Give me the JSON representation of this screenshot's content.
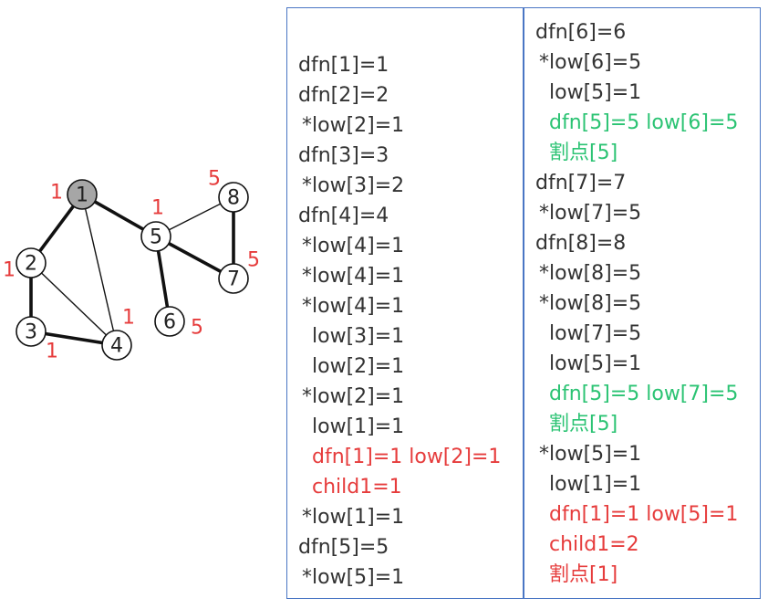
{
  "graph": {
    "nodes": [
      {
        "id": "1",
        "label": "1",
        "weight": "1",
        "highlight": true
      },
      {
        "id": "2",
        "label": "2",
        "weight": "1"
      },
      {
        "id": "3",
        "label": "3",
        "weight": "1"
      },
      {
        "id": "4",
        "label": "4",
        "weight": "1"
      },
      {
        "id": "5",
        "label": "5",
        "weight": "1"
      },
      {
        "id": "6",
        "label": "6",
        "weight": "5"
      },
      {
        "id": "7",
        "label": "7",
        "weight": "5"
      },
      {
        "id": "8",
        "label": "8",
        "weight": "5"
      }
    ],
    "edges": [
      {
        "from": "1",
        "to": "2",
        "tree": true
      },
      {
        "from": "2",
        "to": "3",
        "tree": true
      },
      {
        "from": "3",
        "to": "4",
        "tree": true
      },
      {
        "from": "1",
        "to": "4",
        "tree": false
      },
      {
        "from": "2",
        "to": "4",
        "tree": false
      },
      {
        "from": "1",
        "to": "5",
        "tree": true
      },
      {
        "from": "5",
        "to": "6",
        "tree": true
      },
      {
        "from": "5",
        "to": "7",
        "tree": true
      },
      {
        "from": "7",
        "to": "8",
        "tree": true
      },
      {
        "from": "5",
        "to": "8",
        "tree": false
      }
    ],
    "colors": {
      "weight": "#e63c3c",
      "root_fill": "#a6a6a6"
    }
  },
  "panels": {
    "left": [
      {
        "text": "dfn[1]=1",
        "style": "plain"
      },
      {
        "text": "dfn[2]=2",
        "style": "plain"
      },
      {
        "text": "*low[2]=1",
        "style": "ind"
      },
      {
        "text": "dfn[3]=3",
        "style": "plain"
      },
      {
        "text": "*low[3]=2",
        "style": "ind"
      },
      {
        "text": "dfn[4]=4",
        "style": "plain"
      },
      {
        "text": "*low[4]=1",
        "style": "ind"
      },
      {
        "text": "*low[4]=1",
        "style": "ind"
      },
      {
        "text": "*low[4]=1",
        "style": "ind"
      },
      {
        "text": "low[3]=1",
        "style": "ind2"
      },
      {
        "text": "low[2]=1",
        "style": "ind2"
      },
      {
        "text": "*low[2]=1",
        "style": "ind"
      },
      {
        "text": "low[1]=1",
        "style": "ind2"
      },
      {
        "text": "dfn[1]=1 low[2]=1",
        "style": "ind2 red"
      },
      {
        "text": "child1=1",
        "style": "ind2 red"
      },
      {
        "text": "*low[1]=1",
        "style": "ind"
      },
      {
        "text": "dfn[5]=5",
        "style": "plain"
      },
      {
        "text": "*low[5]=1",
        "style": "ind"
      }
    ],
    "right": [
      {
        "text": "dfn[6]=6",
        "style": "plain"
      },
      {
        "text": "*low[6]=5",
        "style": "ind"
      },
      {
        "text": "low[5]=1",
        "style": "ind2"
      },
      {
        "text": "dfn[5]=5 low[6]=5",
        "style": "ind2 green"
      },
      {
        "text": "割点[5]",
        "style": "ind2 green"
      },
      {
        "text": "dfn[7]=7",
        "style": "plain"
      },
      {
        "text": "*low[7]=5",
        "style": "ind"
      },
      {
        "text": "dfn[8]=8",
        "style": "plain"
      },
      {
        "text": "*low[8]=5",
        "style": "ind"
      },
      {
        "text": "*low[8]=5",
        "style": "ind"
      },
      {
        "text": "low[7]=5",
        "style": "ind2"
      },
      {
        "text": "low[5]=1",
        "style": "ind2"
      },
      {
        "text": "dfn[5]=5 low[7]=5",
        "style": "ind2 green"
      },
      {
        "text": "割点[5]",
        "style": "ind2 green"
      },
      {
        "text": "*low[5]=1",
        "style": "ind"
      },
      {
        "text": "low[1]=1",
        "style": "ind2"
      },
      {
        "text": "dfn[1]=1 low[5]=1",
        "style": "ind2 red"
      },
      {
        "text": "child1=2",
        "style": "ind2 red"
      },
      {
        "text": "割点[1]",
        "style": "ind2 red"
      }
    ],
    "colors": {
      "border": "#4a76c4",
      "red": "#e63c3c",
      "green": "#2bc373"
    }
  }
}
